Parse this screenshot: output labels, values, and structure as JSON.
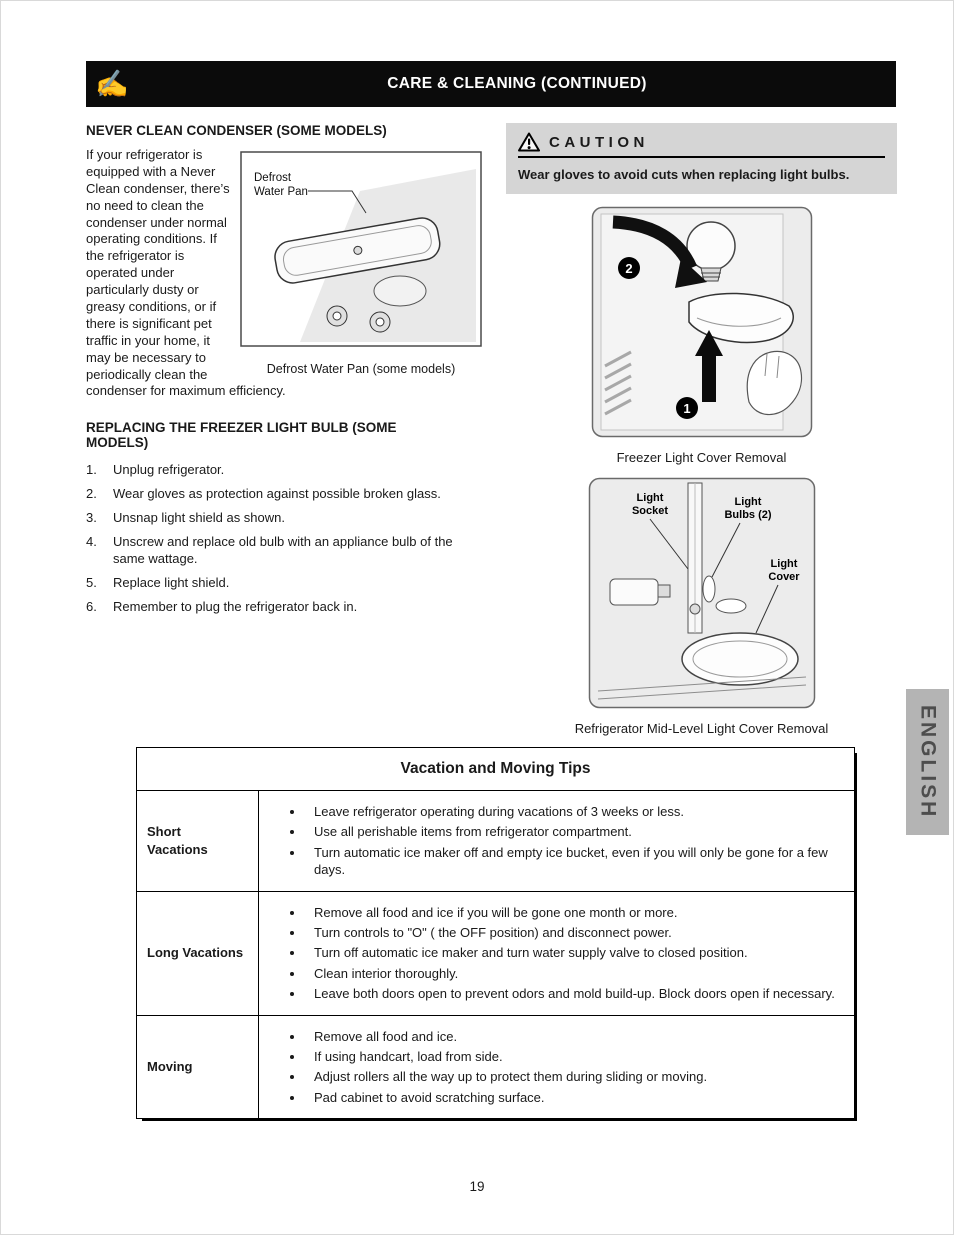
{
  "page": {
    "number": "19",
    "side_tab": "ENGLISH"
  },
  "header": {
    "title": "CARE & CLEANING (CONTINUED)",
    "hand_icon_glyph": "✍"
  },
  "never_clean": {
    "heading": "NEVER CLEAN CONDENSER (SOME MODELS)",
    "body": "If your refrigerator is equipped with a Never Clean condenser, there’s no need to clean the condenser under normal operating conditions. If the refrigerator is operated under particularly dusty or greasy conditions, or if there is significant pet traffic in your home, it may be necessary to periodically clean the condenser for maximum efficiency.",
    "figure": {
      "label_line1": "Defrost",
      "label_line2": "Water Pan",
      "caption": "Defrost Water Pan (some models)"
    }
  },
  "replacing_bulb": {
    "heading": "REPLACING THE FREEZER LIGHT BULB  (SOME MODELS)",
    "steps": [
      {
        "num": "1.",
        "text": "Unplug refrigerator."
      },
      {
        "num": "2.",
        "text": "Wear gloves as protection against possible broken glass."
      },
      {
        "num": "3.",
        "text": "Unsnap light shield as shown."
      },
      {
        "num": "4.",
        "text": "Unscrew and replace old bulb with an appliance bulb of the same wattage."
      },
      {
        "num": "5.",
        "text": "Replace light shield."
      },
      {
        "num": "6.",
        "text": "Remember to plug the refrigerator back in."
      }
    ]
  },
  "caution": {
    "title": "CAUTION",
    "text": "Wear gloves  to avoid cuts when replacing light bulbs."
  },
  "freezer_figure": {
    "badge1": "1",
    "badge2": "2",
    "caption": "Freezer Light Cover Removal"
  },
  "midlevel_figure": {
    "labels": {
      "socket1": "Light",
      "socket2": "Socket",
      "bulbs1": "Light",
      "bulbs2": "Bulbs (2)",
      "cover1": "Light",
      "cover2": "Cover"
    },
    "caption": "Refrigerator Mid-Level Light Cover Removal"
  },
  "vacation_table": {
    "title": "Vacation and Moving Tips",
    "rows": [
      {
        "label": "Short Vacations",
        "bullets": [
          "Leave refrigerator operating during vacations of 3 weeks or less.",
          "Use all perishable items from refrigerator compartment.",
          "Turn automatic ice maker off and empty ice bucket, even if you will only be gone for a few days."
        ]
      },
      {
        "label": "Long Vacations",
        "bullets": [
          "Remove all food and ice if you will be gone one month or more.",
          "Turn controls to \"O\" ( the OFF position) and disconnect power.",
          "Turn off automatic ice maker and turn water supply valve to closed position.",
          "Clean interior thoroughly.",
          "Leave both doors open to prevent odors and mold build-up. Block doors open if necessary."
        ]
      },
      {
        "label": "Moving",
        "bullets": [
          "Remove all food and ice.",
          "If using handcart, load from side.",
          "Adjust rollers all the way up to protect them during sliding or moving.",
          "Pad cabinet to avoid scratching surface."
        ]
      }
    ]
  }
}
